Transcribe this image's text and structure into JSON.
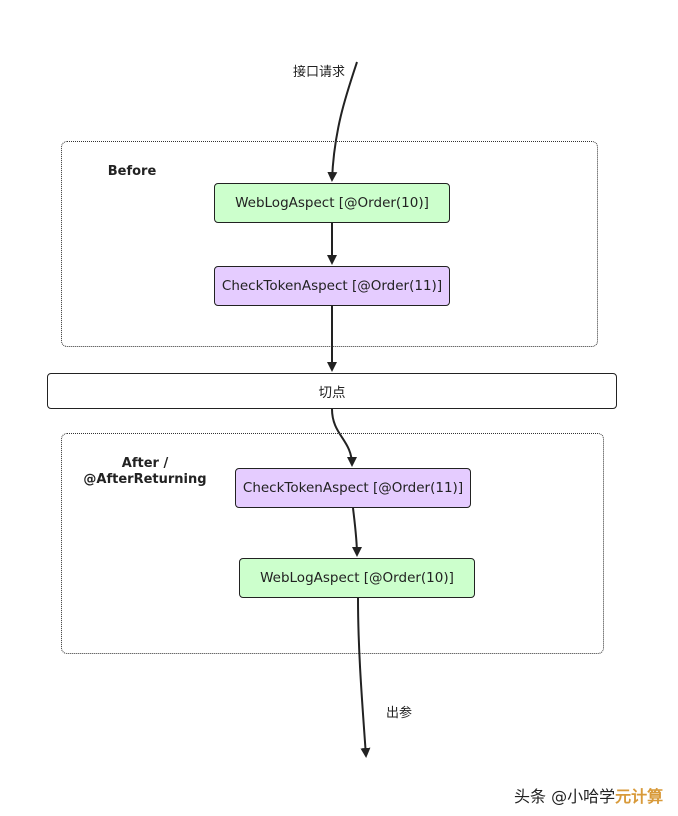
{
  "diagram": {
    "labels": {
      "request": "接口请求",
      "output": "出参"
    },
    "groups": {
      "before": {
        "label": "Before"
      },
      "after": {
        "label_line1": "After /",
        "label_line2": "@AfterReturning"
      }
    },
    "nodes": {
      "before_weblog": "WebLogAspect [@Order(10)]",
      "before_checktoken": "CheckTokenAspect [@Order(11)]",
      "pointcut": "切点",
      "after_checktoken": "CheckTokenAspect [@Order(11)]",
      "after_weblog": "WebLogAspect [@Order(10)]"
    },
    "colors": {
      "green": "#ccffcc",
      "purple": "#e5ccff",
      "stroke": "#222222"
    }
  },
  "watermark": {
    "text": "头条 @小哈学",
    "accent": "元计算"
  }
}
